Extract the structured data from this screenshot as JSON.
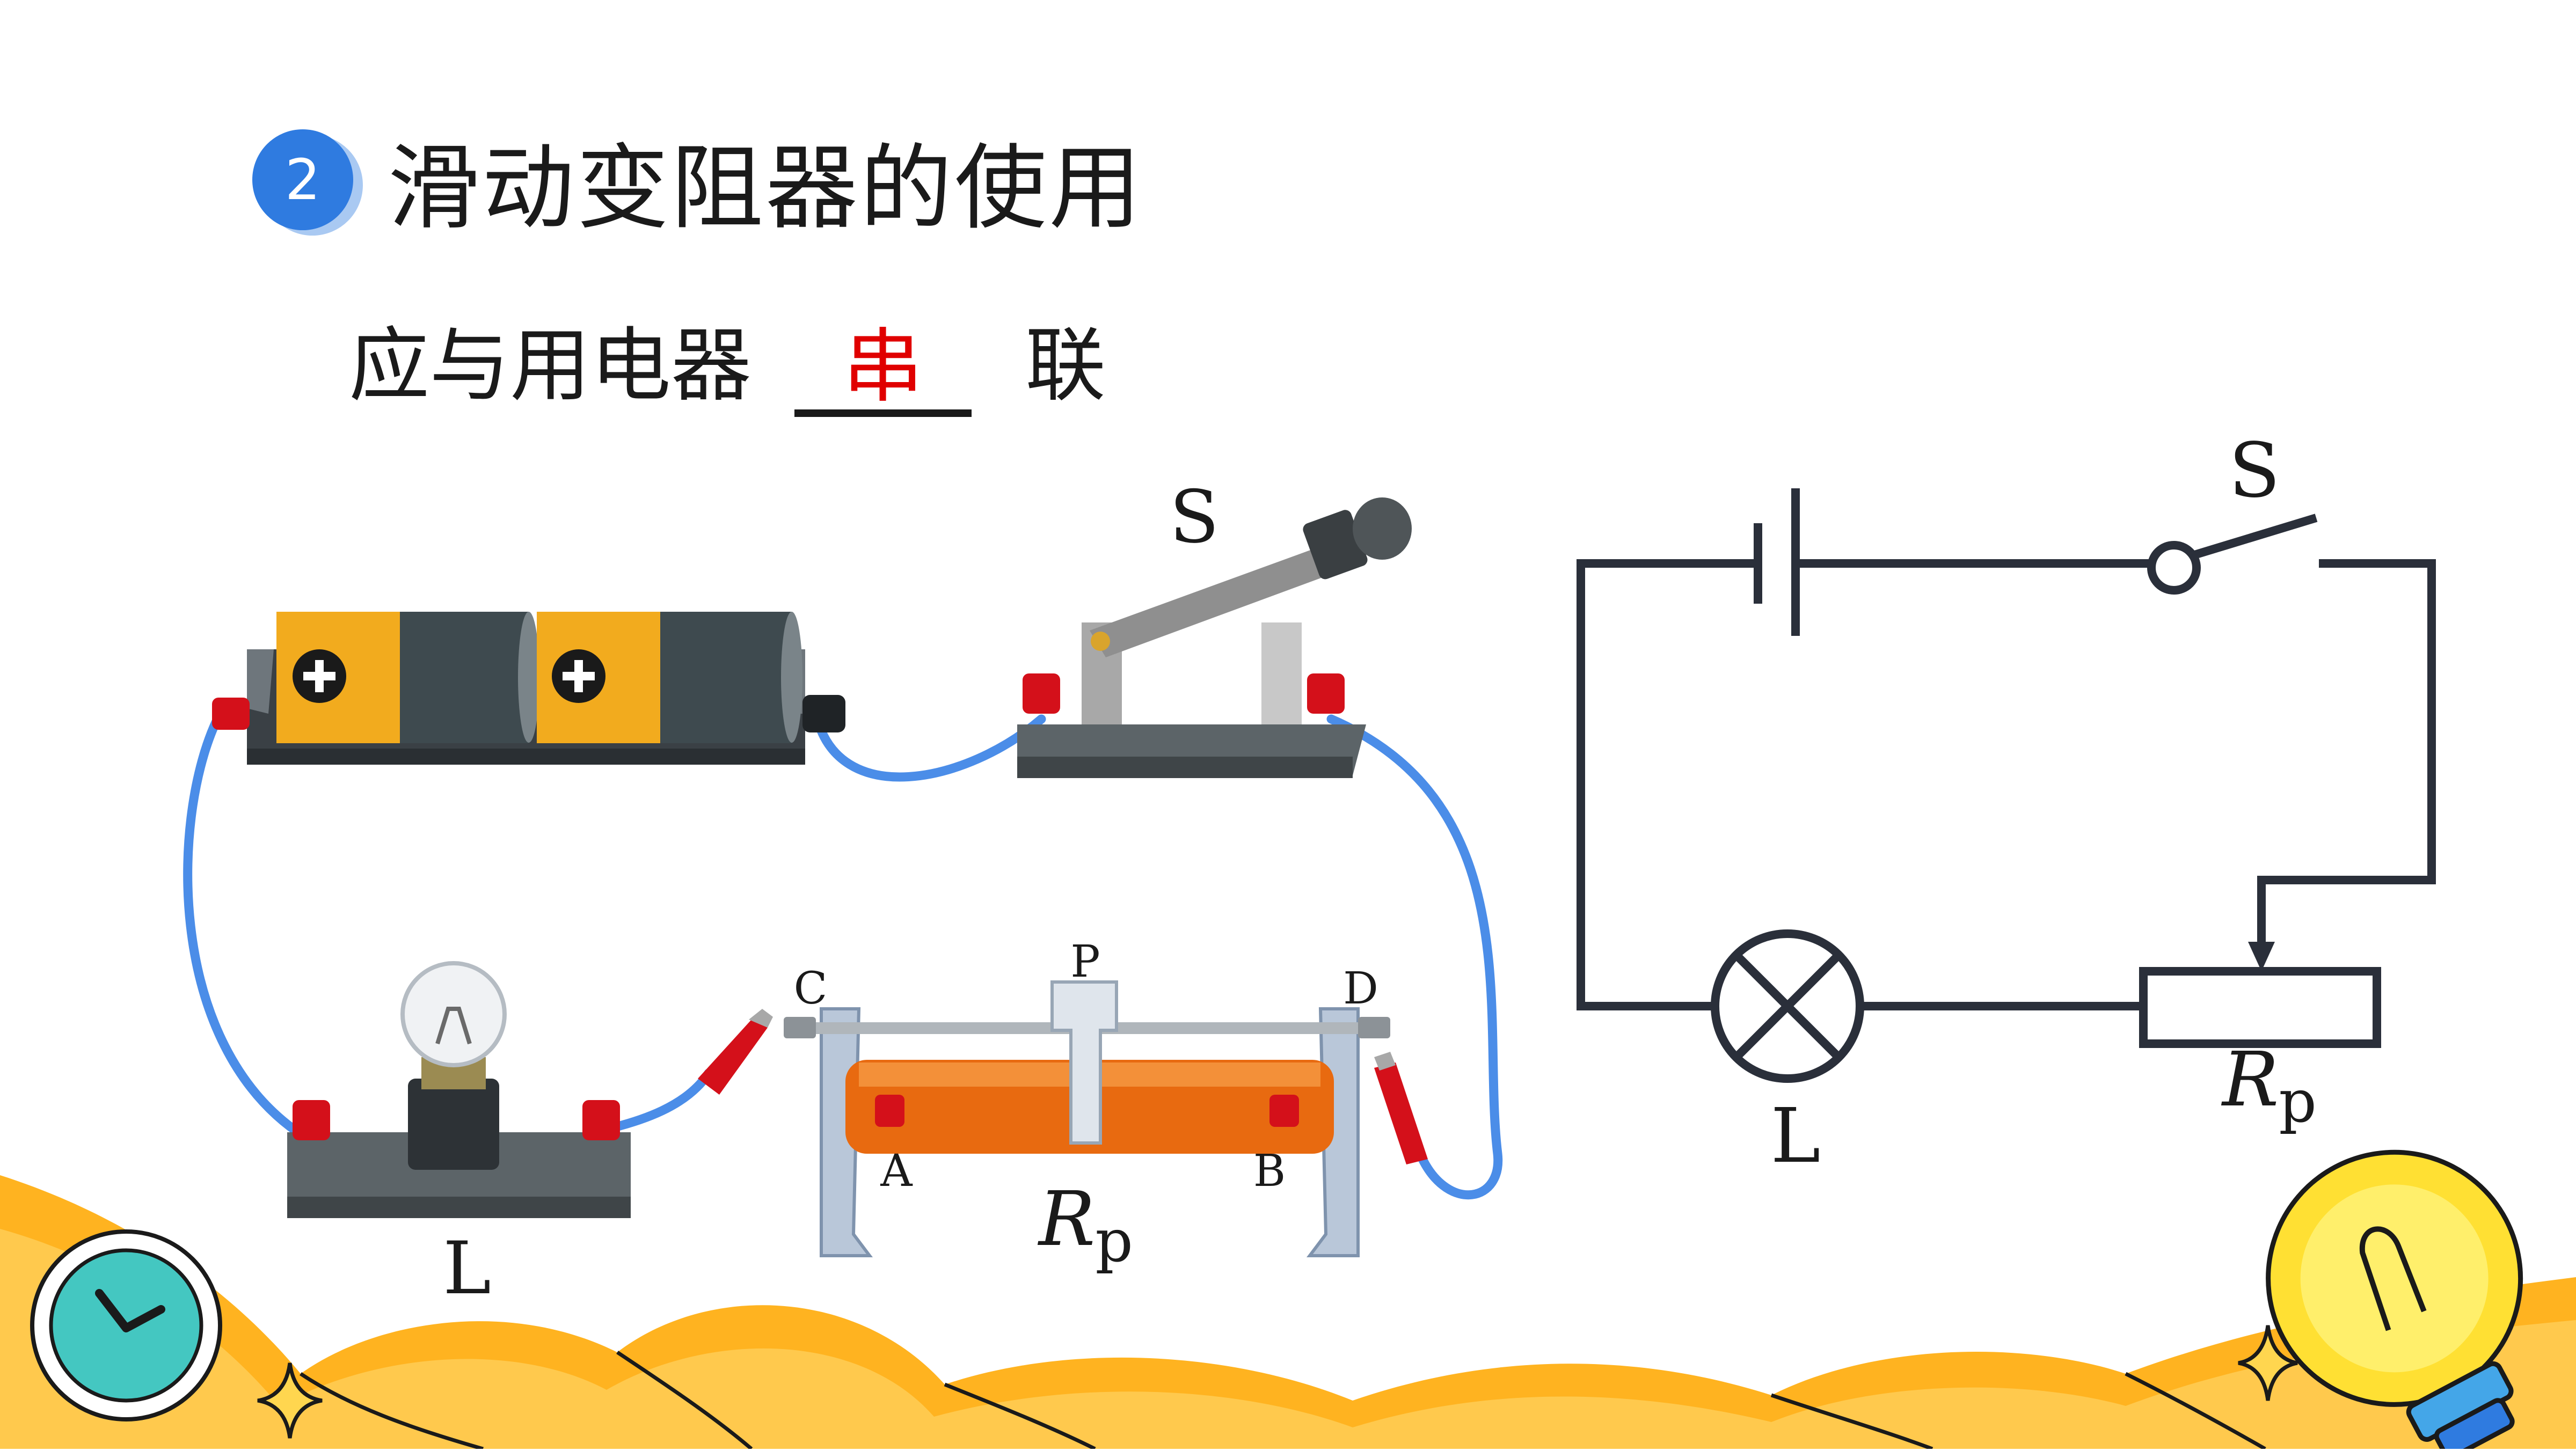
{
  "heading": {
    "number": "2",
    "title": "滑动变阻器的使用"
  },
  "statement": {
    "prefix": "应与用电器",
    "answer": "串",
    "suffix": "联"
  },
  "apparatus": {
    "switch_label": "S",
    "lamp_label": "L",
    "rheostat_label_main": "R",
    "rheostat_label_sub": "p",
    "terminals": {
      "c": "C",
      "d": "D",
      "a": "A",
      "b": "B",
      "p": "P"
    }
  },
  "schematic": {
    "switch_label": "S",
    "lamp_label": "L",
    "rheostat_label_main": "R",
    "rheostat_label_sub": "p"
  },
  "colors": {
    "wire": "#4b8de8",
    "battery_yellow": "#f2ab1e",
    "battery_dark": "#3e4a4f",
    "terminal_red": "#d4101a",
    "answer_red": "#e00000",
    "badge_blue": "#2f7be0",
    "decor_orange": "#ffb320",
    "decor_teal": "#44c7c1"
  },
  "icons": [
    "clock-icon",
    "lightbulb-icon",
    "sparkle-icon"
  ]
}
